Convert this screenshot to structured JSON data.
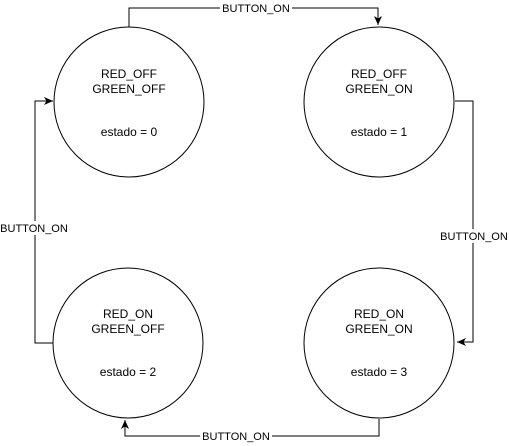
{
  "diagram": {
    "colors": {
      "stroke": "#000000",
      "fill": "#ffffff",
      "text": "#000000"
    },
    "states": [
      {
        "line1": "RED_OFF",
        "line2": "GREEN_OFF",
        "estado": "estado = 0"
      },
      {
        "line1": "RED_OFF",
        "line2": "GREEN_ON",
        "estado": "estado = 1"
      },
      {
        "line1": "RED_ON",
        "line2": "GREEN_OFF",
        "estado": "estado = 2"
      },
      {
        "line1": "RED_ON",
        "line2": "GREEN_ON",
        "estado": "estado = 3"
      }
    ],
    "transitions": [
      {
        "from": "estado = 0",
        "to": "estado = 1",
        "label": "BUTTON_ON"
      },
      {
        "from": "estado = 1",
        "to": "estado = 3",
        "label": "BUTTON_ON"
      },
      {
        "from": "estado = 3",
        "to": "estado = 2",
        "label": "BUTTON_ON"
      },
      {
        "from": "estado = 2",
        "to": "estado = 0",
        "label": "BUTTON_ON"
      }
    ]
  }
}
